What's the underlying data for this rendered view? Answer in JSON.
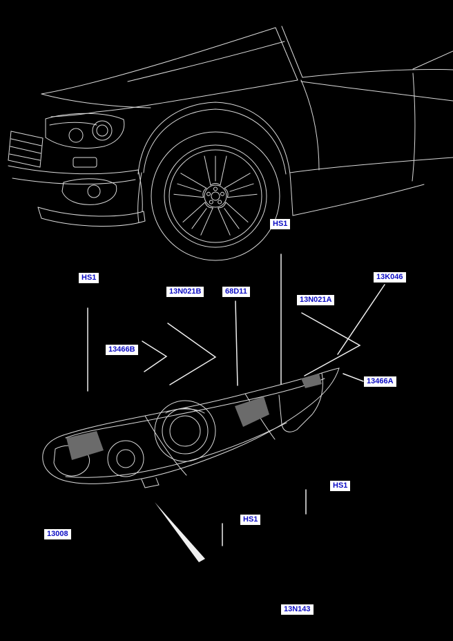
{
  "colors": {
    "background": "#000000",
    "line_art": "#dcdcdc",
    "leader_line": "#f0f0f0",
    "label_text": "#0b0bc4",
    "label_background": "#ffffff",
    "shading": "#6b6b6b"
  },
  "labels": [
    {
      "id": "hs1-top",
      "text": "HS1"
    },
    {
      "id": "hs1-left",
      "text": "HS1"
    },
    {
      "id": "13k046",
      "text": "13K046"
    },
    {
      "id": "13n021b",
      "text": "13N021B"
    },
    {
      "id": "68d11",
      "text": "68D11"
    },
    {
      "id": "13n021a",
      "text": "13N021A"
    },
    {
      "id": "13466b",
      "text": "13466B"
    },
    {
      "id": "13466a",
      "text": "13466A"
    },
    {
      "id": "hs1-right",
      "text": "HS1"
    },
    {
      "id": "hs1-bottom",
      "text": "HS1"
    },
    {
      "id": "13008",
      "text": "13008"
    },
    {
      "id": "13n143",
      "text": "13N143"
    }
  ]
}
